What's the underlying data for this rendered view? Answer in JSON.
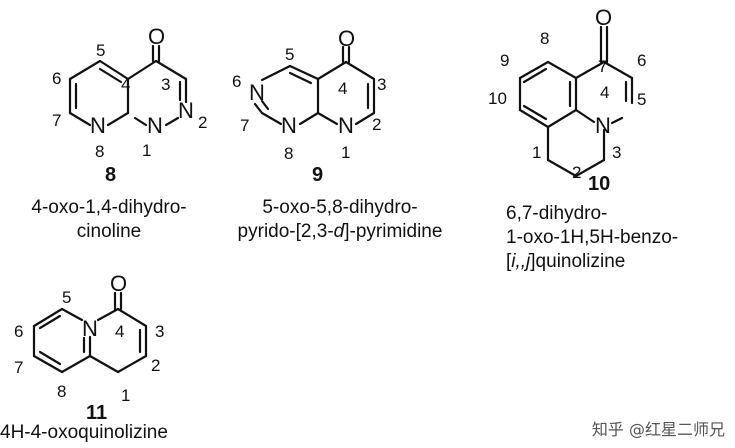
{
  "compounds": [
    {
      "number": "8",
      "atoms": {
        "o": "O",
        "n1": "N",
        "n2": "N",
        "n8": "N"
      },
      "positions": [
        "1",
        "2",
        "3",
        "4",
        "5",
        "6",
        "7",
        "8"
      ],
      "name_lines": [
        "4-oxo-1,4-dihydro-",
        "cinoline"
      ]
    },
    {
      "number": "9",
      "atoms": {
        "o": "O",
        "n6": "N",
        "n8": "N",
        "n1": "N"
      },
      "positions": [
        "1",
        "2",
        "3",
        "4",
        "5",
        "6",
        "7",
        "8"
      ],
      "name_lines": [
        "5-oxo-5,8-dihydro-",
        "pyrido-[2,3-",
        "d",
        "]-pyrimidine"
      ]
    },
    {
      "number": "10",
      "atoms": {
        "o": "O",
        "n4": "N"
      },
      "positions": [
        "1",
        "2",
        "3",
        "4",
        "5",
        "6",
        "7",
        "8",
        "9",
        "10"
      ],
      "name_lines": [
        "6,7-dihydro-",
        "1-oxo-1H,5H-benzo-",
        "[",
        "i,,j",
        "]quinolizine"
      ]
    },
    {
      "number": "11",
      "atoms": {
        "o": "O",
        "n": "N"
      },
      "positions": [
        "1",
        "2",
        "3",
        "4",
        "5",
        "6",
        "7",
        "8"
      ],
      "name_lines": [
        "4H-4-oxoquinolizine"
      ]
    }
  ],
  "watermark": "知乎 @红星二师兄"
}
